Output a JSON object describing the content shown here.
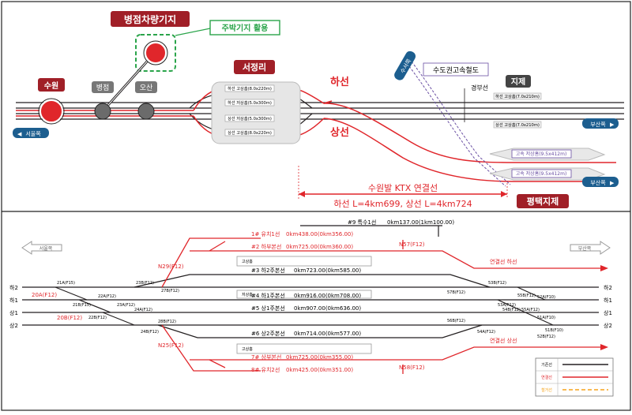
{
  "top": {
    "depot_label": "병점차량기지",
    "use_label": "주박기지 활용",
    "stations": {
      "suwon": "수원",
      "byeongjeom": "병점",
      "osan": "오산",
      "seojeongri": "서정리",
      "jije": "지제"
    },
    "down_line": "하선",
    "up_line": "상선",
    "seoul_dir": "서울쪽",
    "busan_dir": "부산쪽",
    "sudogwon_direction": "수서쪽",
    "sudogwon_rail": "수도권고속철도",
    "gyeongbu": "경부선",
    "seojeongri_tracks": [
      "하선 고상홈(8.0x220m)",
      "하선 저상홈(5.0x300m)",
      "상선 저상홈(5.0x300m)",
      "상선 고상홈(8.0x220m)"
    ],
    "jije_tracks": [
      "하선 고상홈(7.0x210m)",
      "상선 고상홈(7.0x210m)"
    ],
    "pyeongtaek_tracks": [
      "고속 저상홈(9.5x412m)",
      "고속 저상홈(9.5x412m)"
    ],
    "ktx_title": "수원발 KTX 연결선",
    "ktx_lengths": "하선 L=4km699, 상선 L=4km724",
    "pyeongtaek_jije": "평택지제"
  },
  "bottom": {
    "seoul_dir": "서울쪽",
    "busan_dir": "부산쪽",
    "line_labels": [
      "하2",
      "하1",
      "상1",
      "상2"
    ],
    "tracks": [
      {
        "no": "#9 특수1선",
        "km": "0km137.00(1km100.00)"
      },
      {
        "no": "1# 유치1선",
        "km": "0km438.00(0km356.00)"
      },
      {
        "no": "#2 하부본선",
        "km": "0km725.00(0km360.00)"
      },
      {
        "no": "#3 하2주본선",
        "km": "0km723.00(0km585.00)"
      },
      {
        "no": "#4 하1주본선",
        "km": "0km916.00(0km708.00)"
      },
      {
        "no": "#5 상1주본선",
        "km": "0km907.00(0km636.00)"
      },
      {
        "no": "#6 상2주본선",
        "km": "0km714.00(0km577.00)"
      },
      {
        "no": "7# 상부본선",
        "km": "0km725.00(0km355.00)"
      },
      {
        "no": "8# 유치2선",
        "km": "0km425.00(0km351.00)"
      }
    ],
    "connect_down": "연결선 하선",
    "connect_up": "연결선 상선",
    "n_labels": [
      "N29(F12)",
      "N25(F12)",
      "N57(F12)",
      "N58(F12)"
    ],
    "sw_red": [
      "20A(F12)",
      "20B(F12)"
    ],
    "switch_labels": [
      "21A(F15)",
      "21B(F15)",
      "22A(F12)",
      "22B(F12)",
      "23A(F12)",
      "23B(F12)",
      "24A(F12)",
      "24B(F12)",
      "27B(F12)",
      "28B(F12)",
      "57B(F12)",
      "53A(F12)",
      "53B(F12)",
      "54A(F12)",
      "54B(F12)",
      "55A(F12)",
      "55B(F12)",
      "51A(F10)",
      "51B(F10)",
      "52A(F10)",
      "52B(F12)",
      "56B(F12)"
    ],
    "platform_labels": [
      "고상홈",
      "저상홈",
      "고상홈"
    ],
    "legend": {
      "existing": "기존선",
      "connect": "연결선",
      "removed": "철거선"
    }
  },
  "colors": {
    "red": "#e0262b",
    "dark": "#231f20",
    "grey": "#6b6b6b",
    "purple": "#6a4fa3",
    "green": "#2aa44a",
    "blue": "#1c5e8f",
    "orange": "#f5a31a"
  }
}
